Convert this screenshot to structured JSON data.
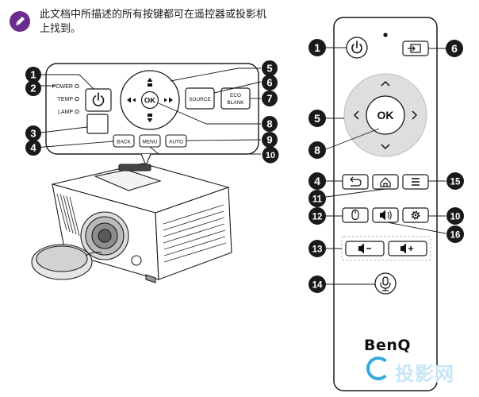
{
  "note": {
    "icon": "pencil-note-icon",
    "text": "此文档中所描述的所有按键都可在遥控器或投影机上找到。"
  },
  "projector_panel": {
    "indicators": [
      "POWER",
      "TEMP",
      "LAMP"
    ],
    "ok_label": "OK",
    "buttons": {
      "source": "SOURCE",
      "eco_line1": "ECO",
      "eco_line2": "BLANK",
      "back": "BACK",
      "menu": "MENU",
      "auto": "AUTO"
    },
    "callouts": [
      "1",
      "2",
      "3",
      "4",
      "5",
      "6",
      "7",
      "8",
      "9",
      "10"
    ]
  },
  "remote": {
    "ok_label": "OK",
    "callouts": [
      "1",
      "6",
      "5",
      "8",
      "4",
      "15",
      "11",
      "12",
      "10",
      "16",
      "13",
      "14"
    ],
    "icons": {
      "power": "power-icon",
      "input": "input-icon",
      "back": "back-icon",
      "home": "home-icon",
      "menu": "menu-icon",
      "mouse": "mouse-icon",
      "mute": "mute-icon",
      "settings": "gear-icon",
      "vol_down": "volume-down-icon",
      "vol_up": "volume-up-icon",
      "mic": "microphone-icon"
    },
    "brand": "BenQ"
  },
  "watermark": {
    "text": "投影网"
  }
}
